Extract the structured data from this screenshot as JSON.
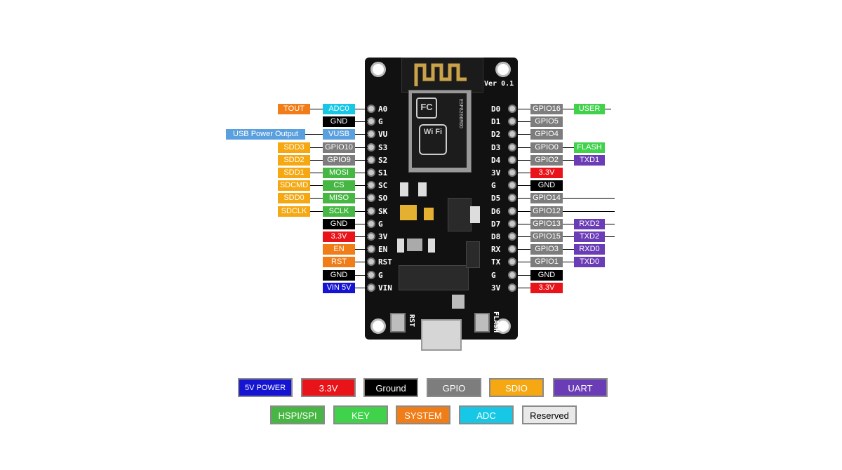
{
  "board": {
    "version_text": "Ver 0.1",
    "module_text": "ESP8266MOD",
    "wifi_text": "Wi Fi",
    "silk_rst": "RST",
    "silk_flash": "FLASH"
  },
  "left_pins": [
    {
      "silk": "A0",
      "main": "ADC0",
      "main_color": "#17c8e6",
      "extra": "TOUT",
      "extra_color": "#f07d18"
    },
    {
      "silk": "G",
      "main": "GND",
      "main_color": "#000000",
      "extra": "",
      "extra_color": ""
    },
    {
      "silk": "VU",
      "main": "VUSB",
      "main_color": "#5aa0df",
      "extra": "USB Power Output",
      "extra_color": "#5aa0df"
    },
    {
      "silk": "S3",
      "main": "GPIO10",
      "main_color": "#7d7d7d",
      "extra": "SDD3",
      "extra_color": "#f5a811"
    },
    {
      "silk": "S2",
      "main": "GPIO9",
      "main_color": "#7d7d7d",
      "extra": "SDD2",
      "extra_color": "#f5a811"
    },
    {
      "silk": "S1",
      "main": "MOSI",
      "main_color": "#46b742",
      "extra": "SDD1",
      "extra_color": "#f5a811"
    },
    {
      "silk": "SC",
      "main": "CS",
      "main_color": "#46b742",
      "extra": "SDCMD",
      "extra_color": "#f5a811"
    },
    {
      "silk": "SO",
      "main": "MISO",
      "main_color": "#46b742",
      "extra": "SDD0",
      "extra_color": "#f5a811"
    },
    {
      "silk": "SK",
      "main": "SCLK",
      "main_color": "#46b742",
      "extra": "SDCLK",
      "extra_color": "#f5a811"
    },
    {
      "silk": "G",
      "main": "GND",
      "main_color": "#000000",
      "extra": "",
      "extra_color": ""
    },
    {
      "silk": "3V",
      "main": "3.3V",
      "main_color": "#e8141a",
      "extra": "",
      "extra_color": ""
    },
    {
      "silk": "EN",
      "main": "EN",
      "main_color": "#f07d18",
      "extra": "",
      "extra_color": ""
    },
    {
      "silk": "RST",
      "main": "RST",
      "main_color": "#f07d18",
      "extra": "",
      "extra_color": ""
    },
    {
      "silk": "G",
      "main": "GND",
      "main_color": "#000000",
      "extra": "",
      "extra_color": ""
    },
    {
      "silk": "VIN",
      "main": "VIN 5V",
      "main_color": "#1414d2",
      "extra": "",
      "extra_color": ""
    }
  ],
  "right_pins": [
    {
      "silk": "D0",
      "main": "GPIO16",
      "main_color": "#7d7d7d",
      "extra": "USER",
      "extra_color": "#3fd24a",
      "line": true
    },
    {
      "silk": "D1",
      "main": "GPIO5",
      "main_color": "#7d7d7d",
      "extra": "",
      "extra_color": "",
      "line": false
    },
    {
      "silk": "D2",
      "main": "GPIO4",
      "main_color": "#7d7d7d",
      "extra": "",
      "extra_color": "",
      "line": false
    },
    {
      "silk": "D3",
      "main": "GPIO0",
      "main_color": "#7d7d7d",
      "extra": "FLASH",
      "extra_color": "#3fd24a",
      "line": false
    },
    {
      "silk": "D4",
      "main": "GPIO2",
      "main_color": "#7d7d7d",
      "extra": "TXD1",
      "extra_color": "#6a3cb6",
      "line": false
    },
    {
      "silk": "3V",
      "main": "3.3V",
      "main_color": "#e8141a",
      "extra": "",
      "extra_color": "",
      "line": false
    },
    {
      "silk": "G",
      "main": "GND",
      "main_color": "#000000",
      "extra": "",
      "extra_color": "",
      "line": false
    },
    {
      "silk": "D5",
      "main": "GPIO14",
      "main_color": "#7d7d7d",
      "extra": "",
      "extra_color": "",
      "line": true
    },
    {
      "silk": "D6",
      "main": "GPIO12",
      "main_color": "#7d7d7d",
      "extra": "",
      "extra_color": "",
      "line": true
    },
    {
      "silk": "D7",
      "main": "GPIO13",
      "main_color": "#7d7d7d",
      "extra": "RXD2",
      "extra_color": "#6a3cb6",
      "line": true
    },
    {
      "silk": "D8",
      "main": "GPIO15",
      "main_color": "#7d7d7d",
      "extra": "TXD2",
      "extra_color": "#6a3cb6",
      "line": true
    },
    {
      "silk": "RX",
      "main": "GPIO3",
      "main_color": "#7d7d7d",
      "extra": "RXD0",
      "extra_color": "#6a3cb6",
      "line": false
    },
    {
      "silk": "TX",
      "main": "GPIO1",
      "main_color": "#7d7d7d",
      "extra": "TXD0",
      "extra_color": "#6a3cb6",
      "line": false
    },
    {
      "silk": "G",
      "main": "GND",
      "main_color": "#000000",
      "extra": "",
      "extra_color": "",
      "line": false
    },
    {
      "silk": "3V",
      "main": "3.3V",
      "main_color": "#e8141a",
      "extra": "",
      "extra_color": "",
      "line": false
    }
  ],
  "legend": {
    "row1": [
      {
        "label": "5V POWER",
        "color": "#1414d2",
        "text_color": "#ffffff"
      },
      {
        "label": "3.3V",
        "color": "#e8141a",
        "text_color": "#ffffff"
      },
      {
        "label": "Ground",
        "color": "#000000",
        "text_color": "#ffffff"
      },
      {
        "label": "GPIO",
        "color": "#7d7d7d",
        "text_color": "#ffffff"
      },
      {
        "label": "SDIO",
        "color": "#f5a811",
        "text_color": "#ffffff"
      },
      {
        "label": "UART",
        "color": "#6a3cb6",
        "text_color": "#ffffff"
      }
    ],
    "row2": [
      {
        "label": "HSPI/SPI",
        "color": "#46b742",
        "text_color": "#ffffff"
      },
      {
        "label": "KEY",
        "color": "#3fd24a",
        "text_color": "#ffffff"
      },
      {
        "label": "SYSTEM",
        "color": "#f07d18",
        "text_color": "#ffffff"
      },
      {
        "label": "ADC",
        "color": "#17c8e6",
        "text_color": "#ffffff"
      },
      {
        "label": "Reserved",
        "color": "#e9e9e9",
        "text_color": "#000000"
      }
    ]
  }
}
